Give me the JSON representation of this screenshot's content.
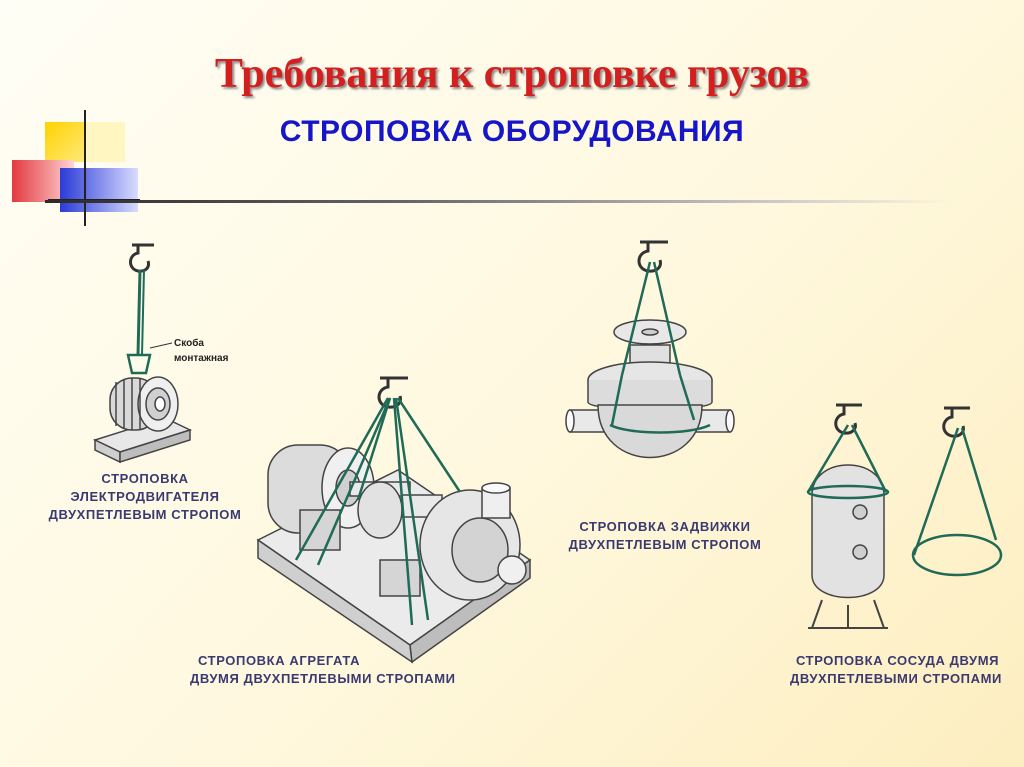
{
  "title": "Требования к строповке грузов",
  "subtitle": "СТРОПОВКА ОБОРУДОВАНИЯ",
  "figures": [
    {
      "label_1": "Скоба",
      "label_2": "монтажная",
      "caption_1": "СТРОПОВКА",
      "caption_2": "ЭЛЕКТРОДВИГАТЕЛЯ",
      "caption_3": "ДВУХПЕТЛЕВЫМ СТРОПОМ"
    },
    {
      "caption_1": "СТРОПОВКА  АГРЕГАТА",
      "caption_2": "ДВУМЯ ДВУХПЕТЛЕВЫМИ  СТРОПАМИ"
    },
    {
      "caption_1": "СТРОПОВКА ЗАДВИЖКИ",
      "caption_2": "ДВУХПЕТЛЕВЫМ СТРОПОМ"
    },
    {
      "caption_1": "СТРОПОВКА СОСУДА ДВУМЯ",
      "caption_2": "ДВУХПЕТЛЕВЫМИ СТРОПАМИ"
    }
  ],
  "colors": {
    "title": "#d41f1f",
    "subtitle": "#1616c8",
    "sling": "#1f6b57",
    "caption": "#3a3a70"
  }
}
